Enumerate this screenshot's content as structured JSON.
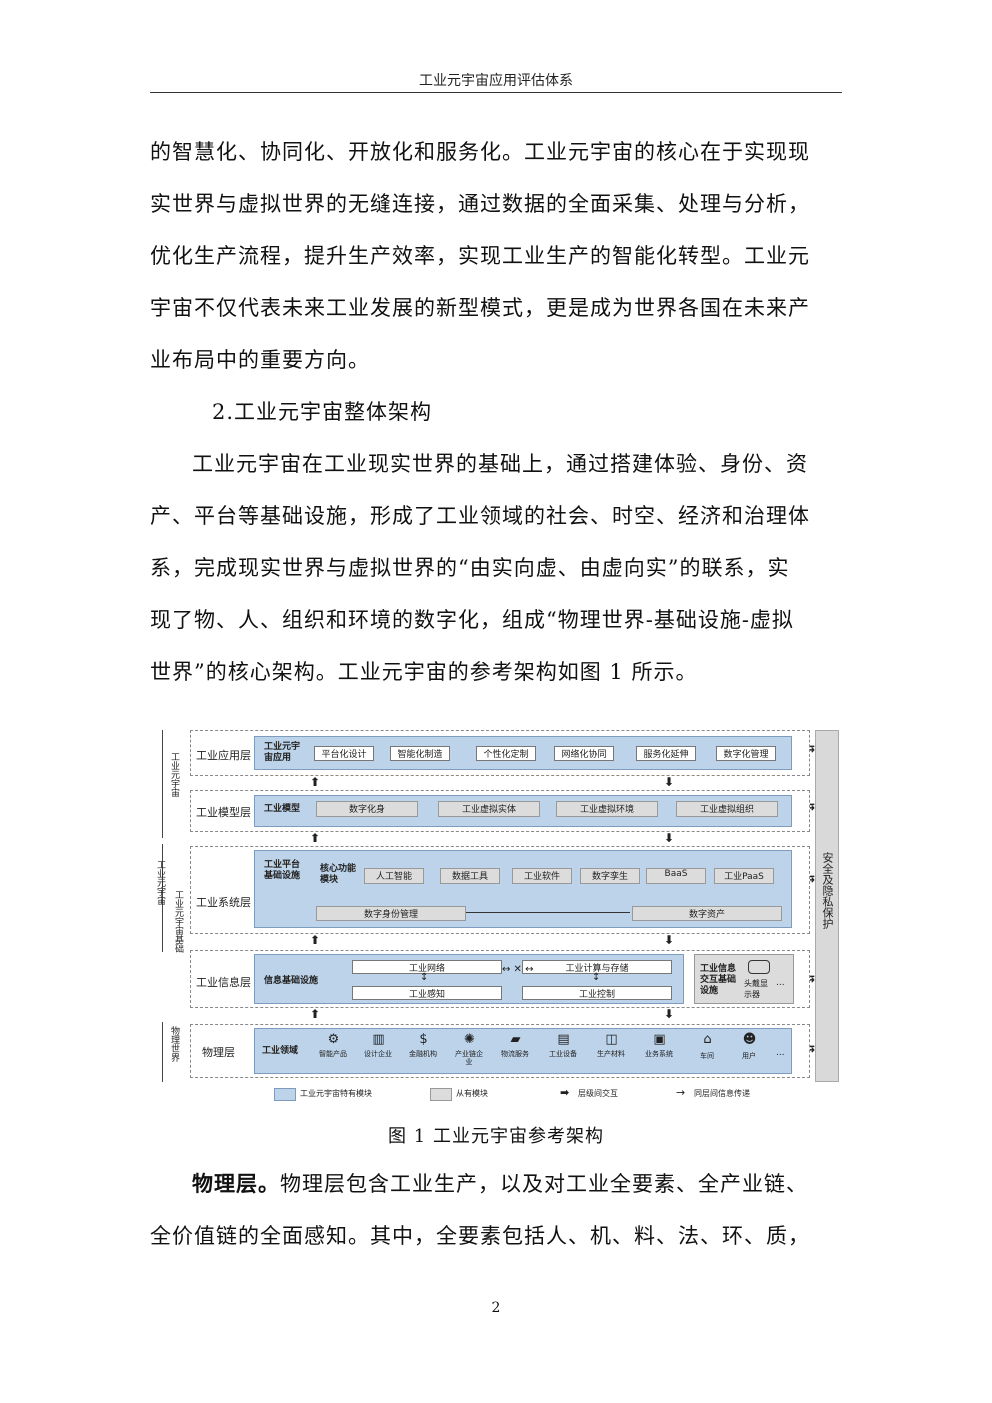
{
  "header": {
    "title": "工业元宇宙应用评估体系"
  },
  "body": {
    "para1_lines": [
      "的智慧化、协同化、开放化和服务化。工业元宇宙的核心在于实现现",
      "实世界与虚拟世界的无缝连接，通过数据的全面采集、处理与分析，",
      "优化生产流程，提升生产效率，实现工业生产的智能化转型。工业元",
      "宇宙不仅代表未来工业发展的新型模式，更是成为世界各国在未来产",
      "业布局中的重要方向。"
    ],
    "heading": "2.工业元宇宙整体架构",
    "para2_lines": [
      "工业元宇宙在工业现实世界的基础上，通过搭建体验、身份、资",
      "产、平台等基础设施，形成了工业领域的社会、时空、经济和治理体",
      "系，完成现实世界与虚拟世界的“由实向虚、由虚向实”的联系，实",
      "现了物、人、组织和环境的数字化，组成“物理世界-基础设施-虚拟",
      "世界”的核心架构。工业元宇宙的参考架构如图 1 所示。"
    ]
  },
  "figure": {
    "caption": "图 1 工业元宇宙参考架构",
    "side_labels": {
      "top": "工业元宇宙",
      "middle_a": "工业元宇宙",
      "middle_b": "工业元宇宙基础",
      "bottom": "物理世界"
    },
    "security": "安全及隐私保护",
    "app_layer": {
      "title": "工业应用层",
      "band_label": "工业元宇宙应用",
      "items": [
        "平台化设计",
        "智能化制造",
        "个性化定制",
        "网络化协同",
        "服务化延伸",
        "数字化管理"
      ]
    },
    "model_layer": {
      "title": "工业模型层",
      "band_label": "工业模型",
      "items": [
        "数字化身",
        "工业虚拟实体",
        "工业虚拟环境",
        "工业虚拟组织"
      ]
    },
    "system_layer": {
      "title": "工业系统层",
      "band_label": "工业平台基础设施",
      "core_label": "核心功能模块",
      "core_items": [
        "人工智能",
        "数据工具",
        "工业软件",
        "数字孪生",
        "BaaS",
        "工业PaaS"
      ],
      "identity": "数字身份管理",
      "assets": "数字资产"
    },
    "info_layer": {
      "title": "工业信息层",
      "band_label": "信息基础设施",
      "network": "工业网络",
      "compute": "工业计算与存储",
      "sensing": "工业感知",
      "control": "工业控制",
      "interact_label": "工业信息交互基础设施",
      "hmd": "头戴显示器",
      "more": "..."
    },
    "physical_layer": {
      "title": "物理层",
      "band_label": "工业领域",
      "items": [
        {
          "label": "智能产品",
          "icon": "robot-icon"
        },
        {
          "label": "设计企业",
          "icon": "building-icon"
        },
        {
          "label": "金融机构",
          "icon": "dollar-icon"
        },
        {
          "label": "产业链企业",
          "icon": "network-icon"
        },
        {
          "label": "物流服务",
          "icon": "truck-icon"
        },
        {
          "label": "工业设备",
          "icon": "machine-icon"
        },
        {
          "label": "生产材料",
          "icon": "material-icon"
        },
        {
          "label": "业务系统",
          "icon": "computer-icon"
        },
        {
          "label": "车间",
          "icon": "factory-icon"
        },
        {
          "label": "用户",
          "icon": "user-icon"
        }
      ],
      "more": "..."
    },
    "legend": {
      "specific": "工业元宇宙特有模块",
      "existing": "从有模块",
      "interact": "层级间交互",
      "transfer": "同层间信息传递"
    },
    "colors": {
      "band": "#bcd3ea",
      "module": "#dcdcdc",
      "security": "#d9d9d9"
    }
  },
  "body_bottom": {
    "lead": "物理层。",
    "line1_rest": "物理层包含工业生产，以及对工业全要素、全产业链、",
    "line2": "全价值链的全面感知。其中，全要素包括人、机、料、法、环、质，"
  },
  "page_number": "2"
}
